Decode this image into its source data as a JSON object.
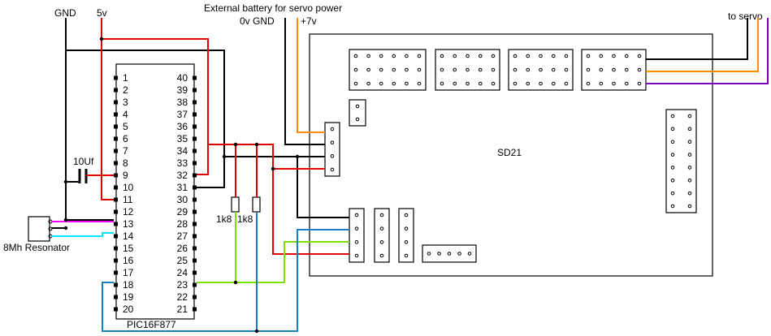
{
  "labels": {
    "gnd": "GND",
    "v5": "5v",
    "battery_title": "External battery for servo power",
    "battery_0v": "0v GND",
    "battery_7v": "+7v",
    "to_servo": "to servo",
    "capacitor": "10Uf",
    "resistor_1": "1k8",
    "resistor_2": "1k8",
    "resonator": "8Mh Resonator",
    "pic_name": "PIC16F877",
    "board_name": "SD21"
  },
  "pic": {
    "left_pins": [
      "1",
      "2",
      "3",
      "4",
      "5",
      "6",
      "7",
      "8",
      "9",
      "10",
      "11",
      "12",
      "13",
      "14",
      "15",
      "16",
      "17",
      "18",
      "19",
      "20"
    ],
    "right_pins": [
      "40",
      "39",
      "38",
      "37",
      "36",
      "35",
      "34",
      "33",
      "32",
      "31",
      "30",
      "29",
      "28",
      "27",
      "26",
      "25",
      "24",
      "23",
      "22",
      "21"
    ]
  },
  "colors": {
    "power": "#e00000",
    "ground": "#000000",
    "battery_plus": "#ff8c00",
    "scl": "#7ee000",
    "sda": "#1a7fc0",
    "osc1": "#ff00ff",
    "osc2": "#00e5ff",
    "servo_signal": "#8000c0"
  }
}
